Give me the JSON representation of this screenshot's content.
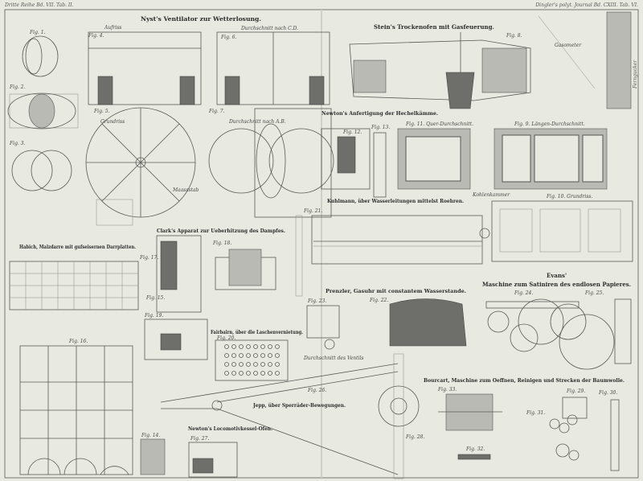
{
  "header": {
    "left": "Dritte Reihe Bd. VII. Tab. II.",
    "right": "Dingler's polyt. Journal Bd. CXIII. Tab. VI."
  },
  "titles": {
    "nyst": "Nyst's Ventilator zur Wetterlosung.",
    "stein": "Stein's Trockenofen mit Gasfeuerung.",
    "newton_hechel": "Newton's Anfertigung der Hechelkämme.",
    "kuhlmann": "Kuhlmann, über Wasserleitungen mittelst Roehren.",
    "habich": "Habich, Malzdarre mit gufseisernen Darrplatten.",
    "clark": "Clark's Apparat zur Ueberhitzung des Dampfes.",
    "evans_1": "Evans'",
    "evans_2": "Maschine zum Satiniren des endlosen Papieres.",
    "prenzler": "Prenzler, Gasuhr mit constantem Wasserstande.",
    "fairbairn": "Fairbairn, über die Laschenvernietung.",
    "jepp": "Jepp, über Sperräder-Bewegungen.",
    "bourcart": "Bourcart, Maschine zum Oeffnen, Reinigen und Strecken der Baumwolle.",
    "newton_loco": "Newton's Locomotivkessel-Ofen.",
    "side": "Ferngucker"
  },
  "captions": {
    "aufriss": "Aufriss",
    "durchschnitt_cd": "Durchschnitt nach C.D.",
    "grundriss": "Grundriss",
    "durchschnitt_ab": "Durchschnitt nach A.B.",
    "massstab": "Maassstab",
    "gasometer": "Gasometer",
    "fig11": "Fig. 11. Quer-Durchschnitt.",
    "fig9": "Fig. 9. Längen-Durchschnitt.",
    "fig10": "Fig. 10. Grundriss.",
    "ventil": "Durchschnitt des Ventils",
    "kohlenkammer": "Kohlenkammer"
  },
  "figs": [
    "Fig. 1.",
    "Fig. 2.",
    "Fig. 3.",
    "Fig. 4.",
    "Fig. 5.",
    "Fig. 6.",
    "Fig. 7.",
    "Fig. 8.",
    "Fig. 12.",
    "Fig. 13.",
    "Fig. 14.",
    "Fig. 15.",
    "Fig. 16.",
    "Fig. 17.",
    "Fig. 18.",
    "Fig. 19.",
    "Fig. 20.",
    "Fig. 21.",
    "Fig. 22.",
    "Fig. 23.",
    "Fig. 24.",
    "Fig. 25.",
    "Fig. 26.",
    "Fig. 27.",
    "Fig. 28.",
    "Fig. 29.",
    "Fig. 30.",
    "Fig. 31.",
    "Fig. 32.",
    "Fig. 33."
  ]
}
